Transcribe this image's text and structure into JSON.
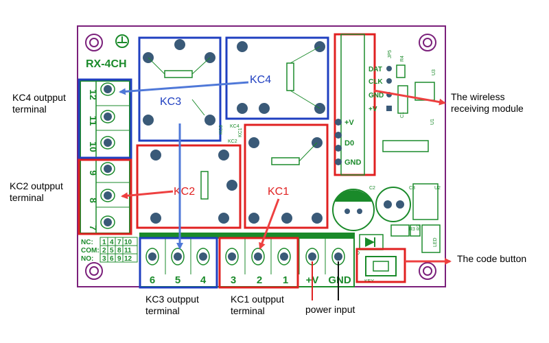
{
  "board": {
    "title": "RX-4CH",
    "relays": [
      "KC3",
      "KC4",
      "KC2",
      "KC1"
    ],
    "module_pins": [
      "DAT",
      "CLK",
      "GND",
      "+V"
    ],
    "module_side_pins": [
      "+V",
      "D0",
      "GND"
    ],
    "terminals_left": [
      "12",
      "11",
      "10",
      "9",
      "8",
      "7"
    ],
    "terminals_bottom": [
      "6",
      "5",
      "4",
      "3",
      "2",
      "1",
      "+V",
      "GND"
    ],
    "silk_small": [
      "JP5",
      "R4",
      "U3",
      "C1",
      "U1",
      "KC3",
      "KC4",
      "KC2",
      "KC1",
      "C2",
      "C3",
      "U2",
      "R3",
      "R2",
      "LED",
      "D",
      "KEY"
    ],
    "legend_rows": [
      {
        "label": "NC:",
        "cells": [
          "1",
          "4",
          "7",
          "10"
        ]
      },
      {
        "label": "COM:",
        "cells": [
          "2",
          "5",
          "8",
          "11"
        ]
      },
      {
        "label": "NO:",
        "cells": [
          "3",
          "6",
          "9",
          "12"
        ]
      }
    ]
  },
  "callouts": {
    "kc4_terminal": [
      "KC4 outpput",
      "terminal"
    ],
    "kc2_terminal": [
      "KC2 outpput",
      "terminal"
    ],
    "wireless_module": [
      "The wireless",
      "receiving module"
    ],
    "code_button": "The code button",
    "kc3_terminal": [
      "KC3 outpput",
      "terminal"
    ],
    "kc1_terminal": [
      "KC1 outpput",
      "terminal"
    ],
    "power_input": "power input"
  },
  "colors": {
    "pcb": "#ffffff",
    "outline": "#7a1f7a",
    "silk": "#1a8a2a",
    "blue": "#1f3fc0",
    "red": "#e02020",
    "pad": "#3a5a78",
    "arrow_red": "#ee4040",
    "arrow_blue": "#4f78d8"
  }
}
